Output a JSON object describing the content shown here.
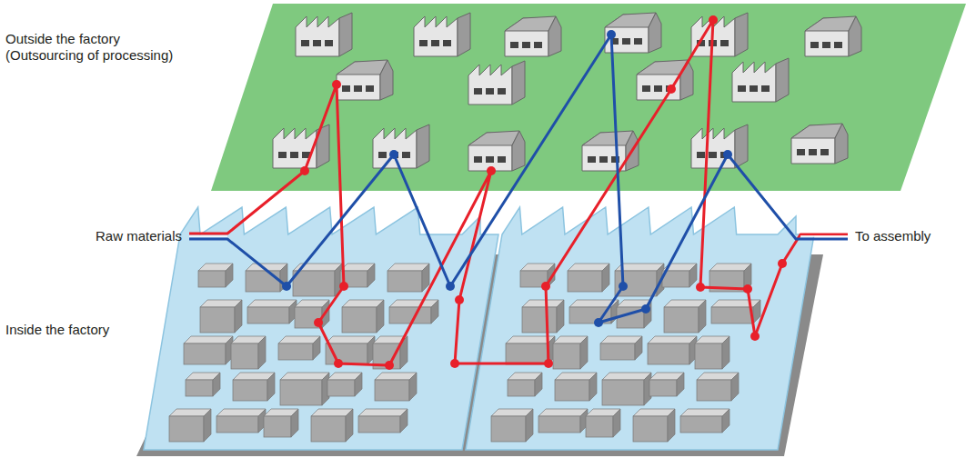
{
  "diagram": {
    "labels": [
      "Outside the factory (Outsourcing of processing)",
      "Raw materials",
      "To assembly",
      "Inside the factory"
    ]
  }
}
